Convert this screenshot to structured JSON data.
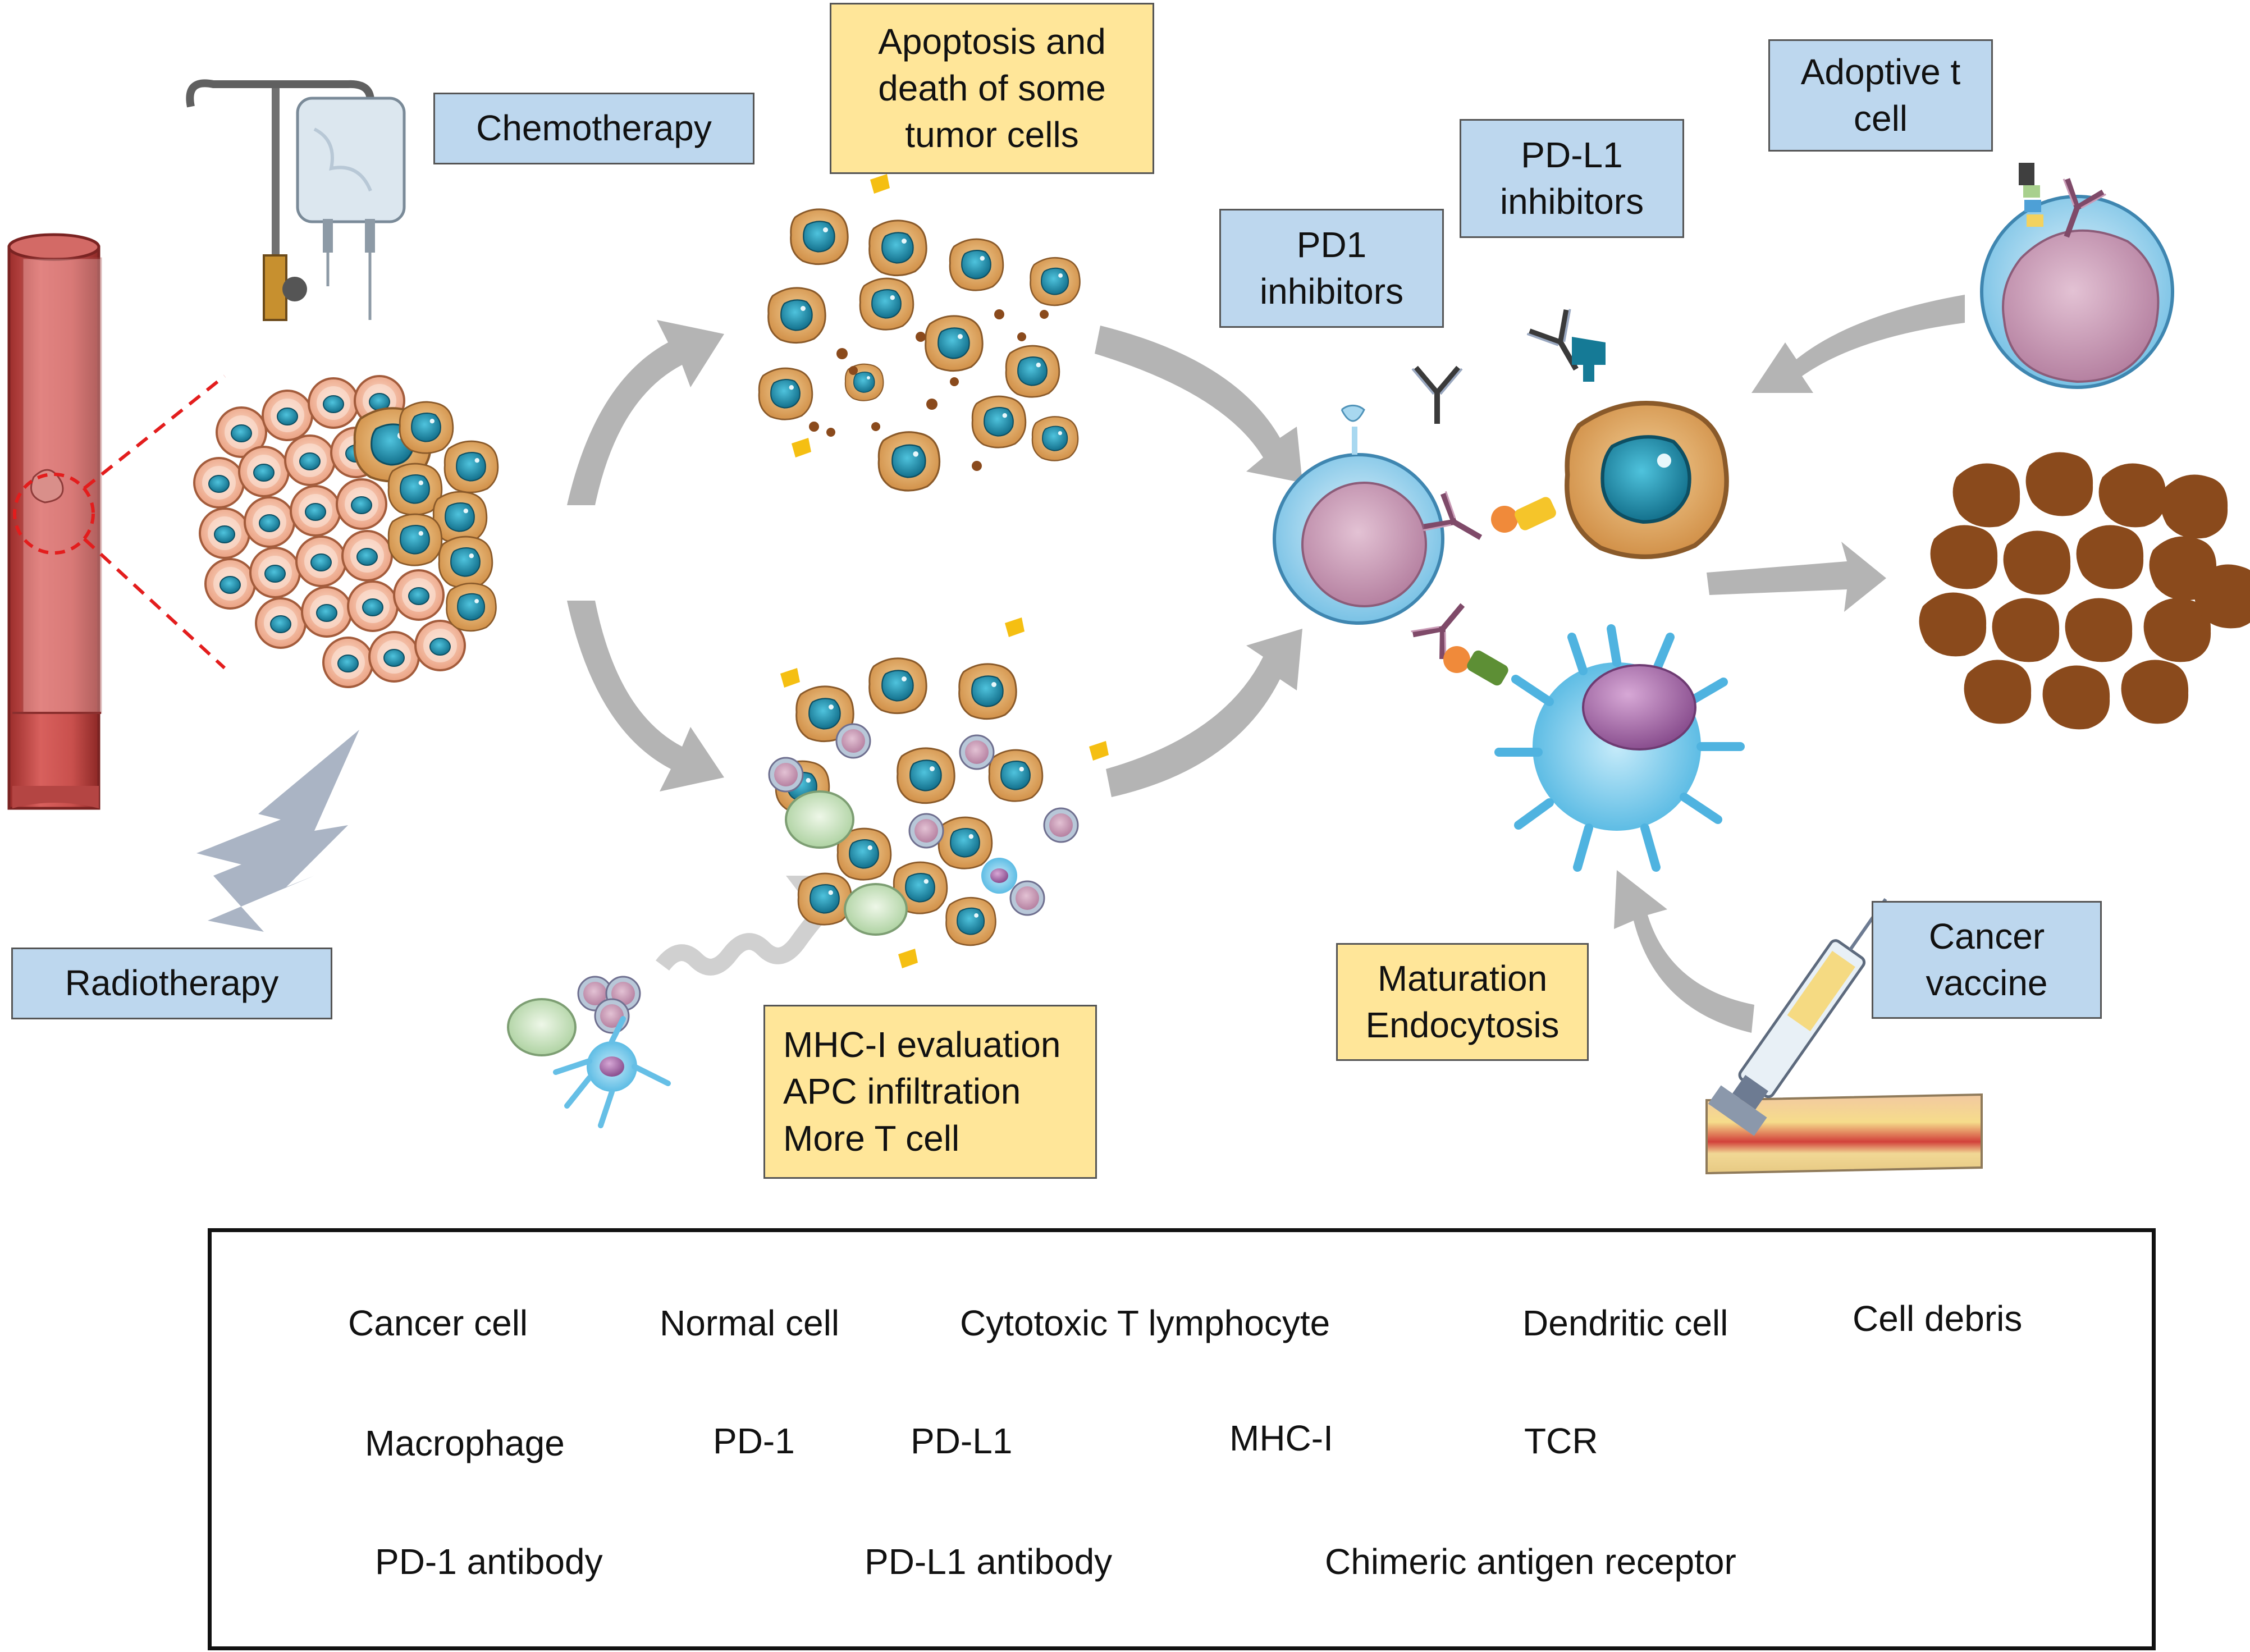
{
  "labels": {
    "chemotherapy": "Chemotherapy",
    "apoptosis": "Apoptosis and\ndeath of some\ntumor cells",
    "pdl1_inhibitors": "PD-L1\ninhibitors",
    "pd1_inhibitors": "PD1\ninhibitors",
    "adoptive_t_cell": "Adoptive t\ncell",
    "radiotherapy": "Radiotherapy",
    "mhc_box": "MHC-I evaluation\nAPC infiltration\nMore T cell",
    "maturation": "Maturation\nEndocytosis",
    "cancer_vaccine": "Cancer\nvaccine"
  },
  "legend": {
    "cancer_cell": "Cancer cell",
    "normal_cell": "Normal cell",
    "ctl": "Cytotoxic T lymphocyte",
    "dendritic": "Dendritic cell",
    "debris": "Cell debris",
    "macrophage": "Macrophage",
    "pd1": "PD-1",
    "pdl1": "PD-L1",
    "mhc1": "MHC-I",
    "tcr": "TCR",
    "pd1_antibody": "PD-1 antibody",
    "pdl1_antibody": "PD-L1 antibody",
    "car": "Chimeric antigen receptor"
  },
  "colors": {
    "blue_box": "#bdd7ee",
    "yellow_box": "#ffe699",
    "cancer_cell": "#e8b06a",
    "nucleus": "#1f93b0",
    "normal_cell": "#f6c3a8",
    "t_cell_outer": "#9dd3ef",
    "t_cell_inner": "#c9a0b8",
    "debris": "#8a4a1c",
    "arrow": "#b4b4b4",
    "vessel": "#c0504d"
  }
}
